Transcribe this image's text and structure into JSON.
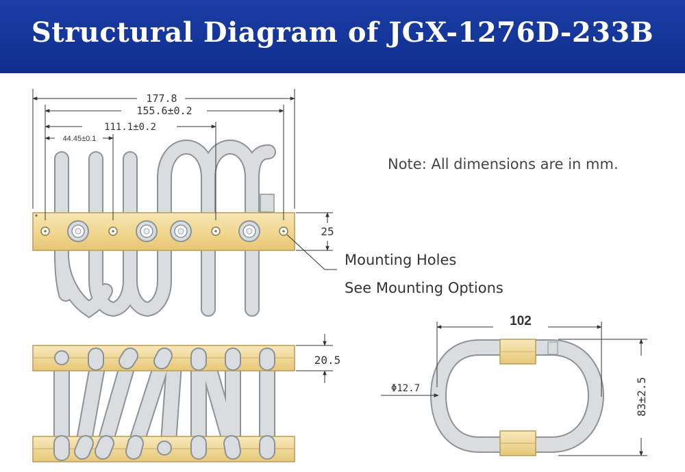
{
  "header": {
    "title": "Structural Diagram of JGX-1276D-233B"
  },
  "note": "Note: All dimensions are in mm.",
  "callout": {
    "line1": "Mounting Holes",
    "line2": "See Mounting Options"
  },
  "dimensions": {
    "overall_length": "177.8",
    "hole_span_outer": "155.6±0.2",
    "hole_span_mid": "111.1±0.2",
    "hole_pitch": "44.45±0.1",
    "bar_height": "25",
    "bar_thickness": "20.5",
    "width": "102",
    "height": "83±2.5",
    "cable_diameter": "Φ12.7"
  },
  "colors": {
    "banner": "#12339a",
    "bar": "#f3dca0",
    "bar_edge": "#b89b52",
    "cable": "#d6dadc",
    "cable_edge": "#8c9295",
    "dim_line": "#333333"
  }
}
